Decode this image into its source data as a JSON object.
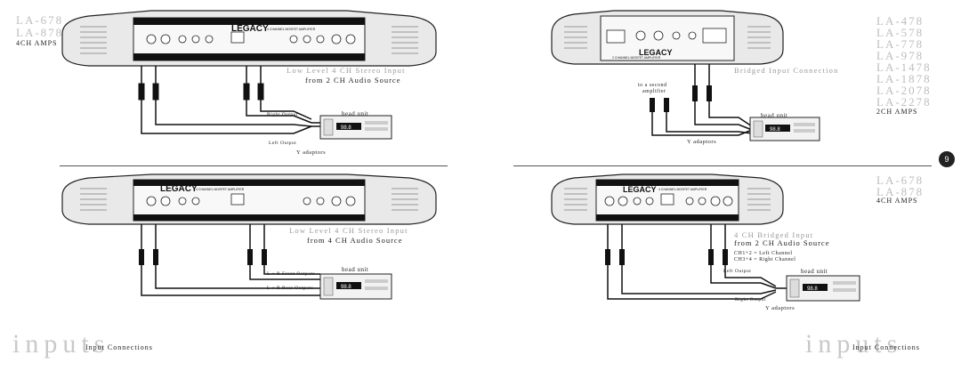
{
  "left_top": {
    "models": [
      "LA-678",
      "LA-878"
    ],
    "amp_type": "4CH AMPS",
    "caption_line1": "Low Level 4 CH Stereo Input",
    "caption_line2": "from 2 CH Audio Source",
    "right_output": "Right Output",
    "left_output": "Left Output",
    "head_unit": "head unit",
    "y_adaptors": "Y adaptors",
    "brand": "LEGACY",
    "amp_subtitle": "4 CHANNEL MOSFET AMPLIFIER",
    "display_value": "98.8"
  },
  "left_bottom": {
    "caption_line1": "Low Level 4 CH Stereo Input",
    "caption_line2": "from 4 CH Audio Source",
    "front_outputs": "L + R Front Outputs",
    "rear_outputs": "L + R Rear Outputs",
    "head_unit": "head unit",
    "brand": "LEGACY",
    "amp_subtitle": "4 CHANNEL MOSFET AMPLIFIER",
    "display_value": "98.8"
  },
  "right_top": {
    "models": [
      "LA-478",
      "LA-578",
      "LA-778",
      "LA-978",
      "LA-1478",
      "LA-1878",
      "LA-2078",
      "LA-2278"
    ],
    "amp_type": "2CH AMPS",
    "caption": "Bridged Input Connection",
    "second_amp_line1": "to a second",
    "second_amp_line2": "amplifier",
    "head_unit": "head unit",
    "y_adaptors": "Y adaptors",
    "brand": "LEGACY",
    "amp_subtitle": "2 CHANNEL MOSFET AMPLIFIER",
    "display_value": "98.8"
  },
  "right_bottom": {
    "models": [
      "LA-678",
      "LA-878"
    ],
    "amp_type": "4CH AMPS",
    "caption_line1": "4 CH Bridged Input",
    "caption_line2": "from 2 CH Audio Source",
    "note_line1": "CH1+2 = Left Channel",
    "note_line2": "CH3+4 = Right Channel",
    "left_output": "Left Output",
    "right_output": "Right Output",
    "head_unit": "head unit",
    "y_adaptors": "Y adaptors",
    "brand": "LEGACY",
    "amp_subtitle": "4 CHANNEL MOSFET AMPLIFIER",
    "display_value": "98.8"
  },
  "footer": {
    "left_big": "inputs",
    "left_small": "Input Connections",
    "right_big": "inputs",
    "right_small": "Input Connections"
  },
  "page_number": "9"
}
